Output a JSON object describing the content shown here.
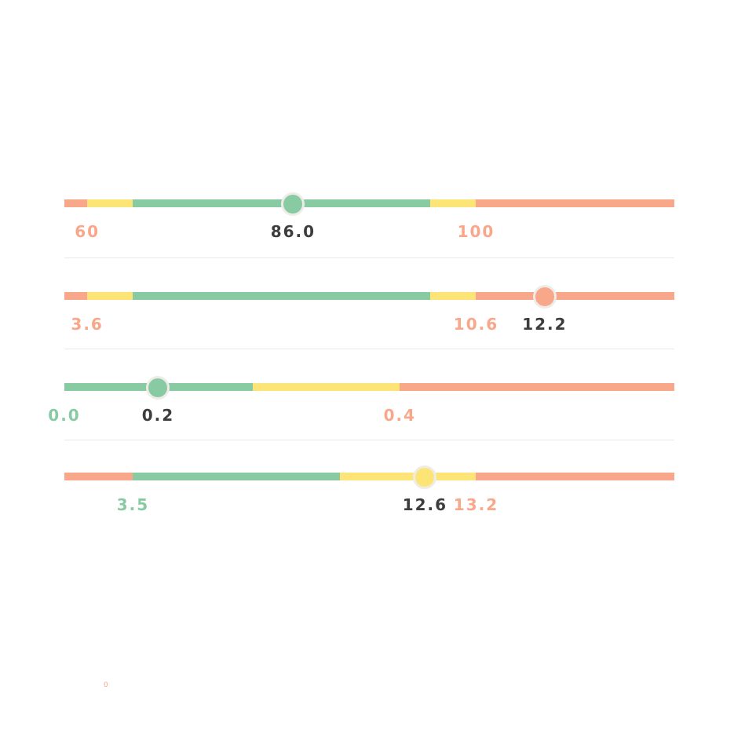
{
  "colors": {
    "green": "#88cba2",
    "yellow": "#fde477",
    "red": "#f9a78a",
    "value_text": "#3d3d3d",
    "marker_border": "#efebe6"
  },
  "gauges": [
    {
      "id": "gauge-1",
      "scale": [
        50,
        130
      ],
      "bands": [
        {
          "from": 50,
          "to": 53,
          "color": "red"
        },
        {
          "from": 53,
          "to": 59,
          "color": "yellow"
        },
        {
          "from": 59,
          "to": 98,
          "color": "green"
        },
        {
          "from": 98,
          "to": 104,
          "color": "yellow"
        },
        {
          "from": 104,
          "to": 130,
          "color": "red"
        }
      ],
      "value": 80,
      "value_label": "86.0",
      "thresholds": [
        {
          "at": 53,
          "label": "60",
          "color": "red"
        },
        {
          "at": 104,
          "label": "100",
          "color": "red"
        }
      ]
    },
    {
      "id": "gauge-2",
      "scale": [
        0,
        80
      ],
      "bands": [
        {
          "from": 0,
          "to": 3,
          "color": "red"
        },
        {
          "from": 3,
          "to": 9,
          "color": "yellow"
        },
        {
          "from": 9,
          "to": 48,
          "color": "green"
        },
        {
          "from": 48,
          "to": 54,
          "color": "yellow"
        },
        {
          "from": 54,
          "to": 80,
          "color": "red"
        }
      ],
      "value": 63,
      "value_label": "12.2",
      "thresholds": [
        {
          "at": 3,
          "label": "3.6",
          "color": "red"
        },
        {
          "at": 54,
          "label": "10.6",
          "color": "red"
        }
      ]
    },
    {
      "id": "gauge-3",
      "scale": [
        0,
        80
      ],
      "bands": [
        {
          "from": 0,
          "to": 24.7,
          "color": "green"
        },
        {
          "from": 24.7,
          "to": 44,
          "color": "yellow"
        },
        {
          "from": 44,
          "to": 80,
          "color": "red"
        }
      ],
      "value": 12.3,
      "value_label": "0.2",
      "thresholds": [
        {
          "at": 0,
          "label": "0.0",
          "color": "green"
        },
        {
          "at": 44,
          "label": "0.4",
          "color": "red"
        }
      ]
    },
    {
      "id": "gauge-4",
      "scale": [
        0,
        80
      ],
      "bands": [
        {
          "from": 0,
          "to": 9,
          "color": "red"
        },
        {
          "from": 9,
          "to": 36.1,
          "color": "green"
        },
        {
          "from": 36.1,
          "to": 54,
          "color": "yellow"
        },
        {
          "from": 54,
          "to": 80,
          "color": "red"
        }
      ],
      "value": 47.3,
      "value_label": "12.6",
      "thresholds": [
        {
          "at": 9,
          "label": "3.5",
          "color": "green"
        },
        {
          "at": 54,
          "label": "13.2",
          "color": "red"
        }
      ]
    }
  ],
  "footnote": {
    "text": "0",
    "color": "#f9a78a"
  }
}
